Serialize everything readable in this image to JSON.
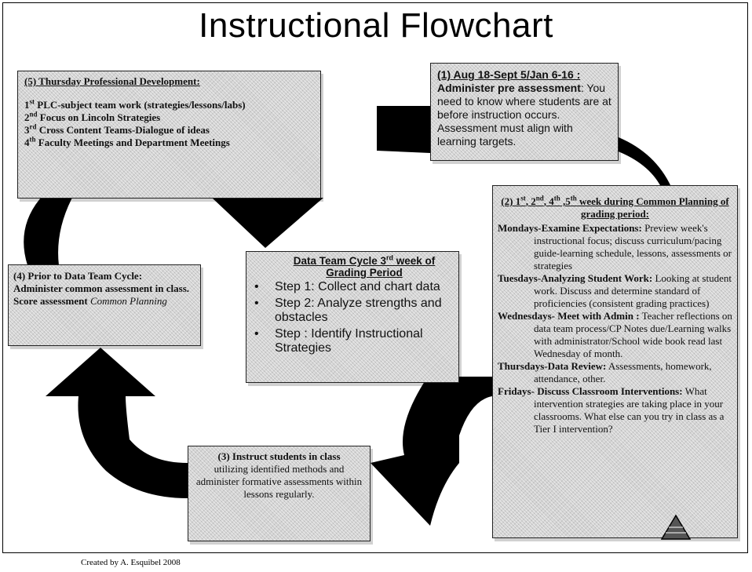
{
  "title": "Instructional Flowchart",
  "credit": "Created by A. Esquibel 2008",
  "box5": {
    "heading": "(5) Thursday Professional Development:",
    "items": [
      {
        "ord": "1",
        "sup": "st",
        "text": " PLC-subject team work (strategies/lessons/labs)"
      },
      {
        "ord": "2",
        "sup": "nd",
        "text": " Focus on Lincoln Strategies"
      },
      {
        "ord": "3",
        "sup": "rd",
        "text": " Cross Content Teams-Dialogue of ideas"
      },
      {
        "ord": "4",
        "sup": "th",
        "text": " Faculty Meetings and Department Meetings"
      }
    ]
  },
  "box1": {
    "heading": "(1) Aug 18-Sept 5/Jan 6-16 :",
    "subheading": "Administer pre assessment",
    "body": ": You need to know where students are at before instruction occurs.  Assessment must align with learning targets."
  },
  "box2": {
    "heading_parts": [
      "(2)  1",
      "st",
      ", 2",
      "nd",
      ", 4",
      "th",
      " ,5",
      "th",
      " week during Common Planning of grading period:"
    ],
    "entries": [
      {
        "day": "Mondays-Examine Expectations:",
        "text": " Preview week's instructional focus; discuss curriculum/pacing guide-learning schedule, lessons, assessments or strategies"
      },
      {
        "day": "Tuesdays-Analyzing Student Work:",
        "text": " Looking at student work. Discuss and determine standard of proficiencies (consistent grading practices)"
      },
      {
        "day": "Wednesdays- Meet with Admin :",
        "text": " Teacher reflections on data team process/CP Notes due/Learning walks with administrator/School wide book read last Wednesday of month."
      },
      {
        "day": "Thursdays-Data Review:",
        "text": " Assessments, homework, attendance, other."
      },
      {
        "day": "Fridays- Discuss Classroom Interventions:",
        "text": " What intervention strategies are taking place in your classrooms. What else can you try in class as a Tier I intervention?"
      }
    ]
  },
  "center": {
    "title_a": "Data Team Cycle 3",
    "title_sup": "rd",
    "title_b": "  week of Grading Period",
    "steps": [
      "Step 1: Collect and chart data",
      "Step 2: Analyze strengths and obstacles",
      "Step : Identify Instructional Strategies"
    ]
  },
  "box4": {
    "line1": "(4) Prior to Data Team Cycle:",
    "line2": "Administer common assessment in class.",
    "line3": "Score assessment ",
    "line3_italic": "Common Planning"
  },
  "box3": {
    "heading": "(3) Instruct students in class",
    "body": "utilizing identified methods and administer formative assessments within lessons regularly."
  },
  "colors": {
    "arrow": "#000000",
    "box_fill": "#d2d2d2",
    "border": "#222222"
  }
}
